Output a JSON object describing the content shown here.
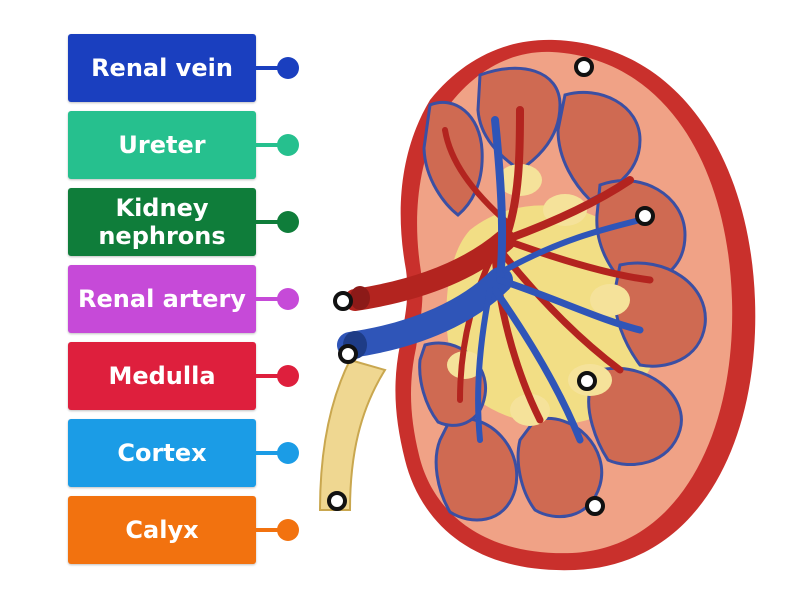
{
  "labels": [
    {
      "text": "Renal vein",
      "color": "#1a3fbf"
    },
    {
      "text": "Ureter",
      "color": "#26c08e"
    },
    {
      "text": "Kidney\nnephrons",
      "color": "#0f7d3a"
    },
    {
      "text": "Renal artery",
      "color": "#c64ad8"
    },
    {
      "text": "Medulla",
      "color": "#de1f3d"
    },
    {
      "text": "Cortex",
      "color": "#1b9ce6"
    },
    {
      "text": "Calyx",
      "color": "#f2720f"
    }
  ],
  "drop_target_count": 7,
  "icons": {
    "label_connector": "dot-connector-icon",
    "drop_target": "ring-marker-icon"
  }
}
